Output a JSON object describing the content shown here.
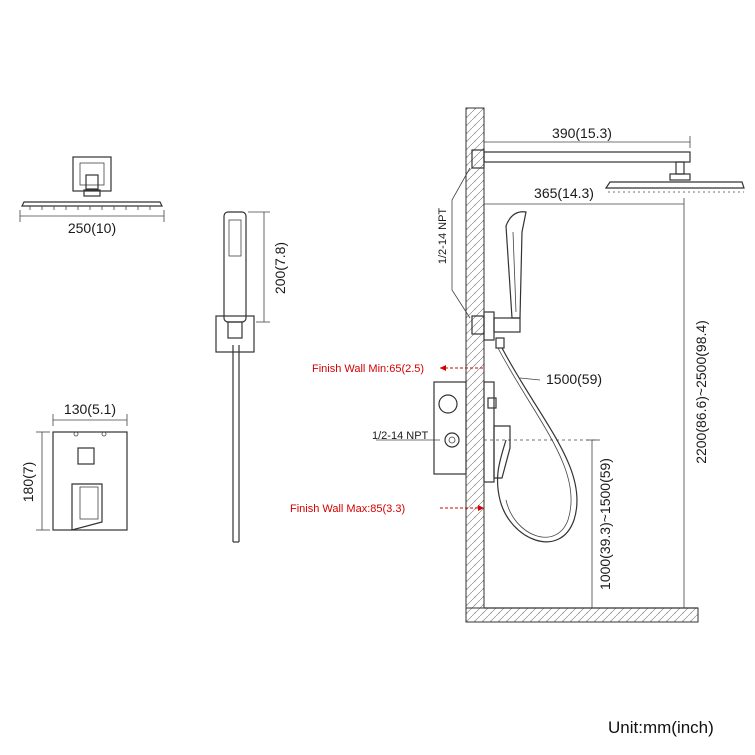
{
  "labels": {
    "head_width": "250(10)",
    "handheld_height": "200(7.8)",
    "plate_width": "130(5.1)",
    "plate_height": "180(7)",
    "arm_length": "390(15.3)",
    "arm_reach": "365(14.3)",
    "npt_upper": "1/2-14 NPT",
    "npt_lower": "1/2-14 NPT",
    "finish_wall_min": "Finish Wall Min:65(2.5)",
    "finish_wall_max": "Finish Wall Max:85(3.3)",
    "hose_length": "1500(59)",
    "valve_height": "1000(39.3)~1500(59)",
    "head_height": "2200(86.6)~2500(98.4)",
    "unit": "Unit:mm(inch)"
  },
  "colors": {
    "line": "#333333",
    "accent_red": "#d40000",
    "background": "#ffffff"
  }
}
